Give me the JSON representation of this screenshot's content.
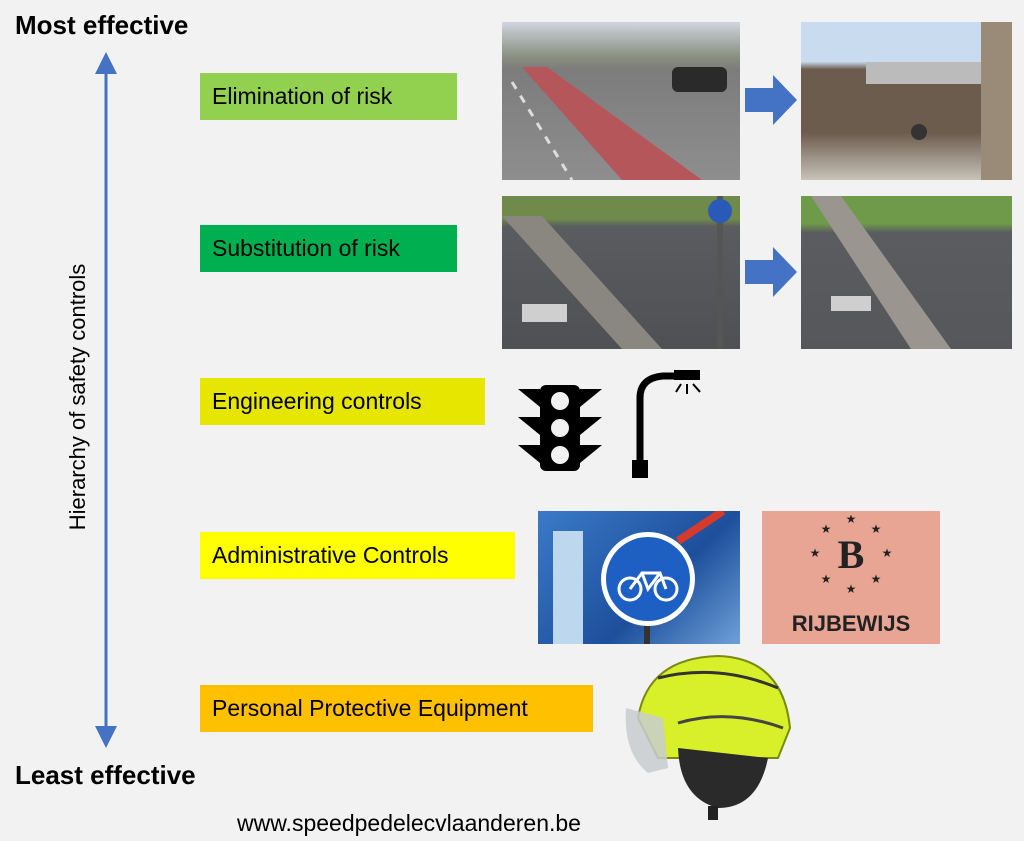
{
  "axis": {
    "top_label": "Most effective",
    "bottom_label": "Least effective",
    "title": "Hierarchy of safety controls",
    "arrow_color": "#4472c4"
  },
  "levels": [
    {
      "label": "Elimination of risk",
      "color": "#92d050"
    },
    {
      "label": "Substitution of risk",
      "color": "#00b050"
    },
    {
      "label": "Engineering controls",
      "color": "#e6e600"
    },
    {
      "label": "Administrative Controls",
      "color": "#ffff00"
    },
    {
      "label": "Personal Protective Equipment",
      "color": "#ffc000"
    }
  ],
  "illustrations": {
    "license_letter": "B",
    "license_text": "RIJBEWIJS"
  },
  "footer": "www.speedpedelecvlaanderen.be"
}
